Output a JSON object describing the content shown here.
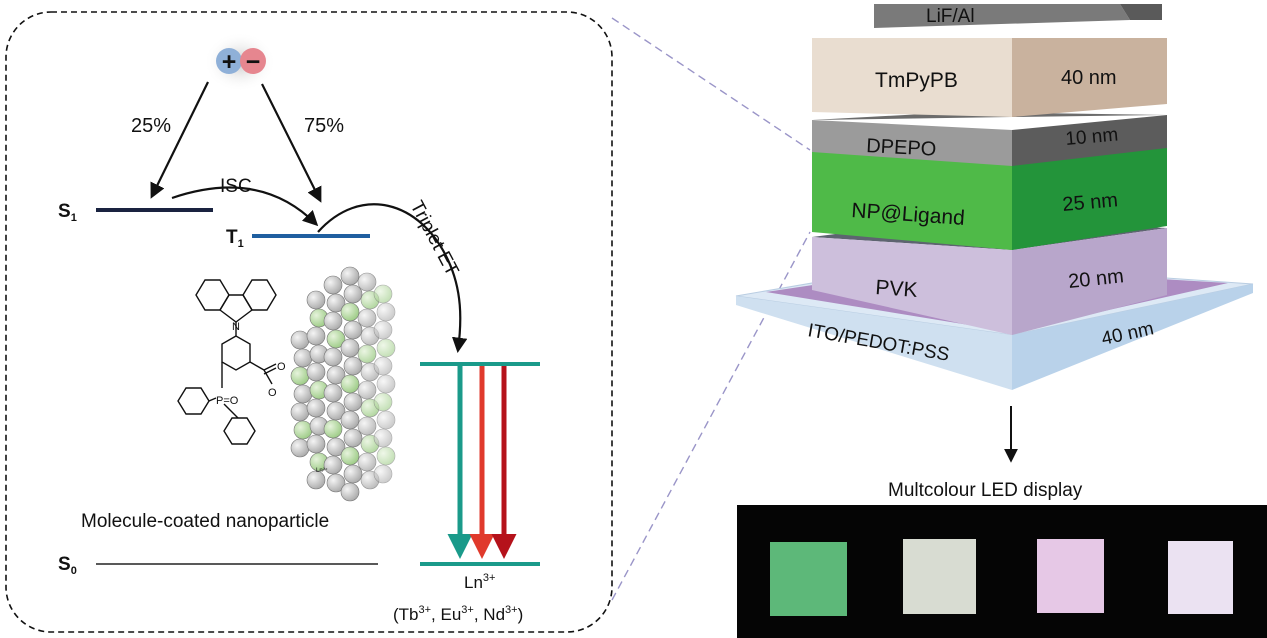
{
  "energy_diagram": {
    "exciton": {
      "plus": "+",
      "minus": "−"
    },
    "pct_singlet": "25%",
    "pct_triplet": "75%",
    "isc": "ISC",
    "triplet_et": "Triplet ET",
    "s1": {
      "main": "S",
      "sub": "1"
    },
    "t1": {
      "main": "T",
      "sub": "1"
    },
    "s0": {
      "main": "S",
      "sub": "0"
    },
    "ln_label": {
      "main": "Ln",
      "sup": "3+"
    },
    "ions": {
      "open": "(Tb",
      "tb_sup": "3+",
      "sep1": ", Eu",
      "eu_sup": "3+",
      "sep2": ", Nd",
      "nd_sup": "3+",
      "close": ")"
    },
    "nanoparticle_caption": "Molecule-coated nanoparticle",
    "molecule": {
      "n": "N",
      "o1": "O",
      "o2": "O",
      "p": "P=O"
    },
    "ln_bead": "Ln³⁺",
    "colors": {
      "s1": "#1a2340",
      "t1": "#1f5fa0",
      "ln_level": "#1a9a8a",
      "arrow_teal": "#1a9a8a",
      "arrow_red": "#e03a2c",
      "arrow_darkred": "#b5121b"
    }
  },
  "device_stack": {
    "layers": [
      {
        "name": "LiF/Al",
        "thickness": ""
      },
      {
        "name": "TmPyPB",
        "thickness": "40 nm"
      },
      {
        "name": "DPEPO",
        "thickness": "10 nm"
      },
      {
        "name": "NP@Ligand",
        "thickness": "25 nm"
      },
      {
        "name": "PVK",
        "thickness": "20 nm"
      },
      {
        "name": "ITO/PEDOT:PSS",
        "thickness": "40 nm"
      }
    ]
  },
  "led_display": {
    "title": "Multcolour LED display",
    "pixels": [
      "green",
      "white",
      "pink",
      "lavender"
    ]
  }
}
